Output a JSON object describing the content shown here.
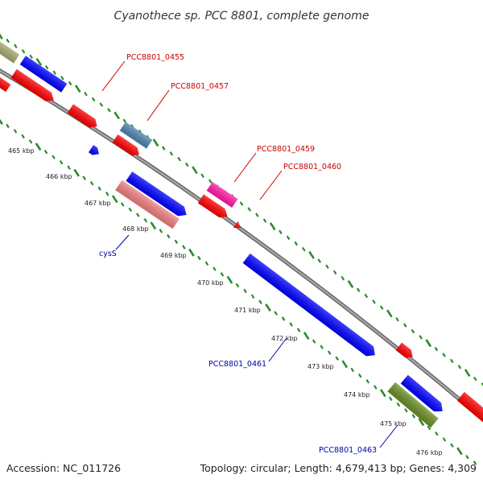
{
  "header": {
    "title": "Cyanothece sp. PCC 8801, complete genome"
  },
  "footer": {
    "accession": "Accession: NC_011726",
    "topology": "Topology: circular; Length: 4,679,413 bp; Genes: 4,309"
  },
  "colors": {
    "backbone": "#8c8c8c",
    "tick": "#2a8a2a",
    "gene_red": "#ff0000",
    "gene_blue": "#0000ff",
    "gene_olive": "#a8a870",
    "gene_steel": "#4f84b0",
    "gene_pink": "#f08080",
    "gene_magenta": "#ff1aa8",
    "gene_green": "#6b8e23",
    "label_red": "#cc0000",
    "label_blue": "#0000aa"
  },
  "scale_labels": [
    {
      "text": "465 kbp",
      "kb": 465
    },
    {
      "text": "466 kbp",
      "kb": 466
    },
    {
      "text": "467 kbp",
      "kb": 467
    },
    {
      "text": "468 kbp",
      "kb": 468
    },
    {
      "text": "469 kbp",
      "kb": 469
    },
    {
      "text": "470 kbp",
      "kb": 470
    },
    {
      "text": "471 kbp",
      "kb": 471
    },
    {
      "text": "472 kbp",
      "kb": 472
    },
    {
      "text": "473 kbp",
      "kb": 473
    },
    {
      "text": "474 kbp",
      "kb": 474
    },
    {
      "text": "475 kbp",
      "kb": 475
    },
    {
      "text": "476 kbp",
      "kb": 476
    }
  ],
  "gene_labels": [
    {
      "text": "PCC8801_0455",
      "color": "label_red"
    },
    {
      "text": "PCC8801_0457",
      "color": "label_red"
    },
    {
      "text": "PCC8801_0459",
      "color": "label_red"
    },
    {
      "text": "PCC8801_0460",
      "color": "label_red"
    },
    {
      "text": "cysS",
      "color": "label_blue"
    },
    {
      "text": "PCC8801_0461",
      "color": "label_blue"
    },
    {
      "text": "PCC8801_0463",
      "color": "label_blue"
    }
  ]
}
